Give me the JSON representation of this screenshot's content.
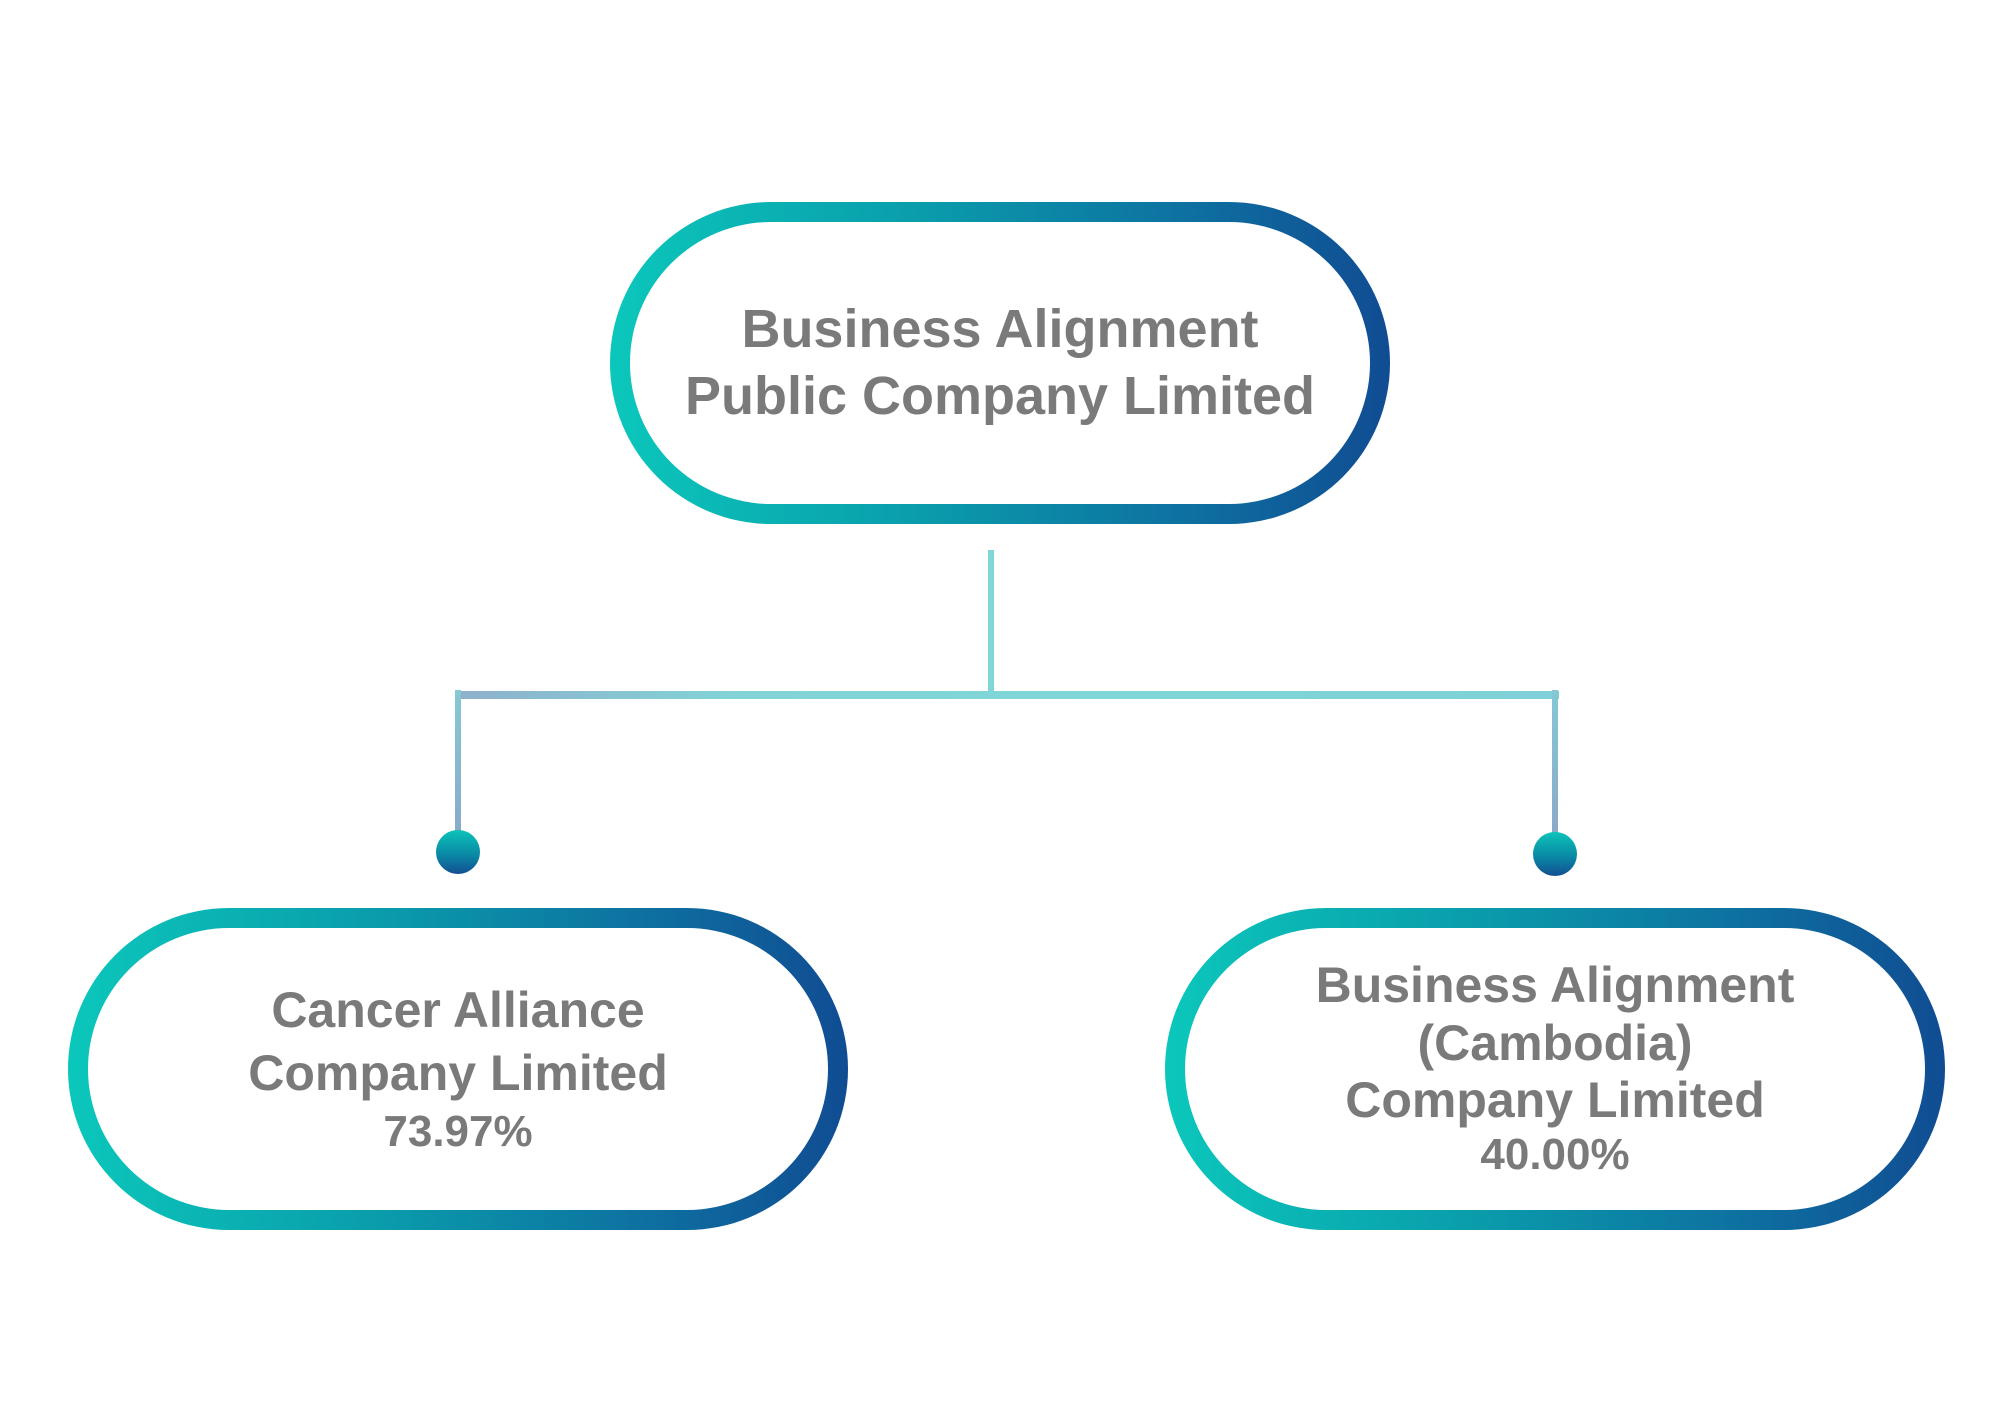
{
  "parent": {
    "lines": [
      "Business Alignment",
      "Public Company Limited"
    ]
  },
  "children": [
    {
      "lines": [
        "Cancer Alliance",
        "Company Limited"
      ],
      "ownership": "73.97%"
    },
    {
      "lines": [
        "Business Alignment",
        "(Cambodia)",
        "Company Limited"
      ],
      "ownership": "40.00%"
    }
  ],
  "colors": {
    "gradient_start": "#0bc7bb",
    "gradient_end": "#104c92",
    "text": "#7a7a7a",
    "connector": "#86c9d4"
  }
}
